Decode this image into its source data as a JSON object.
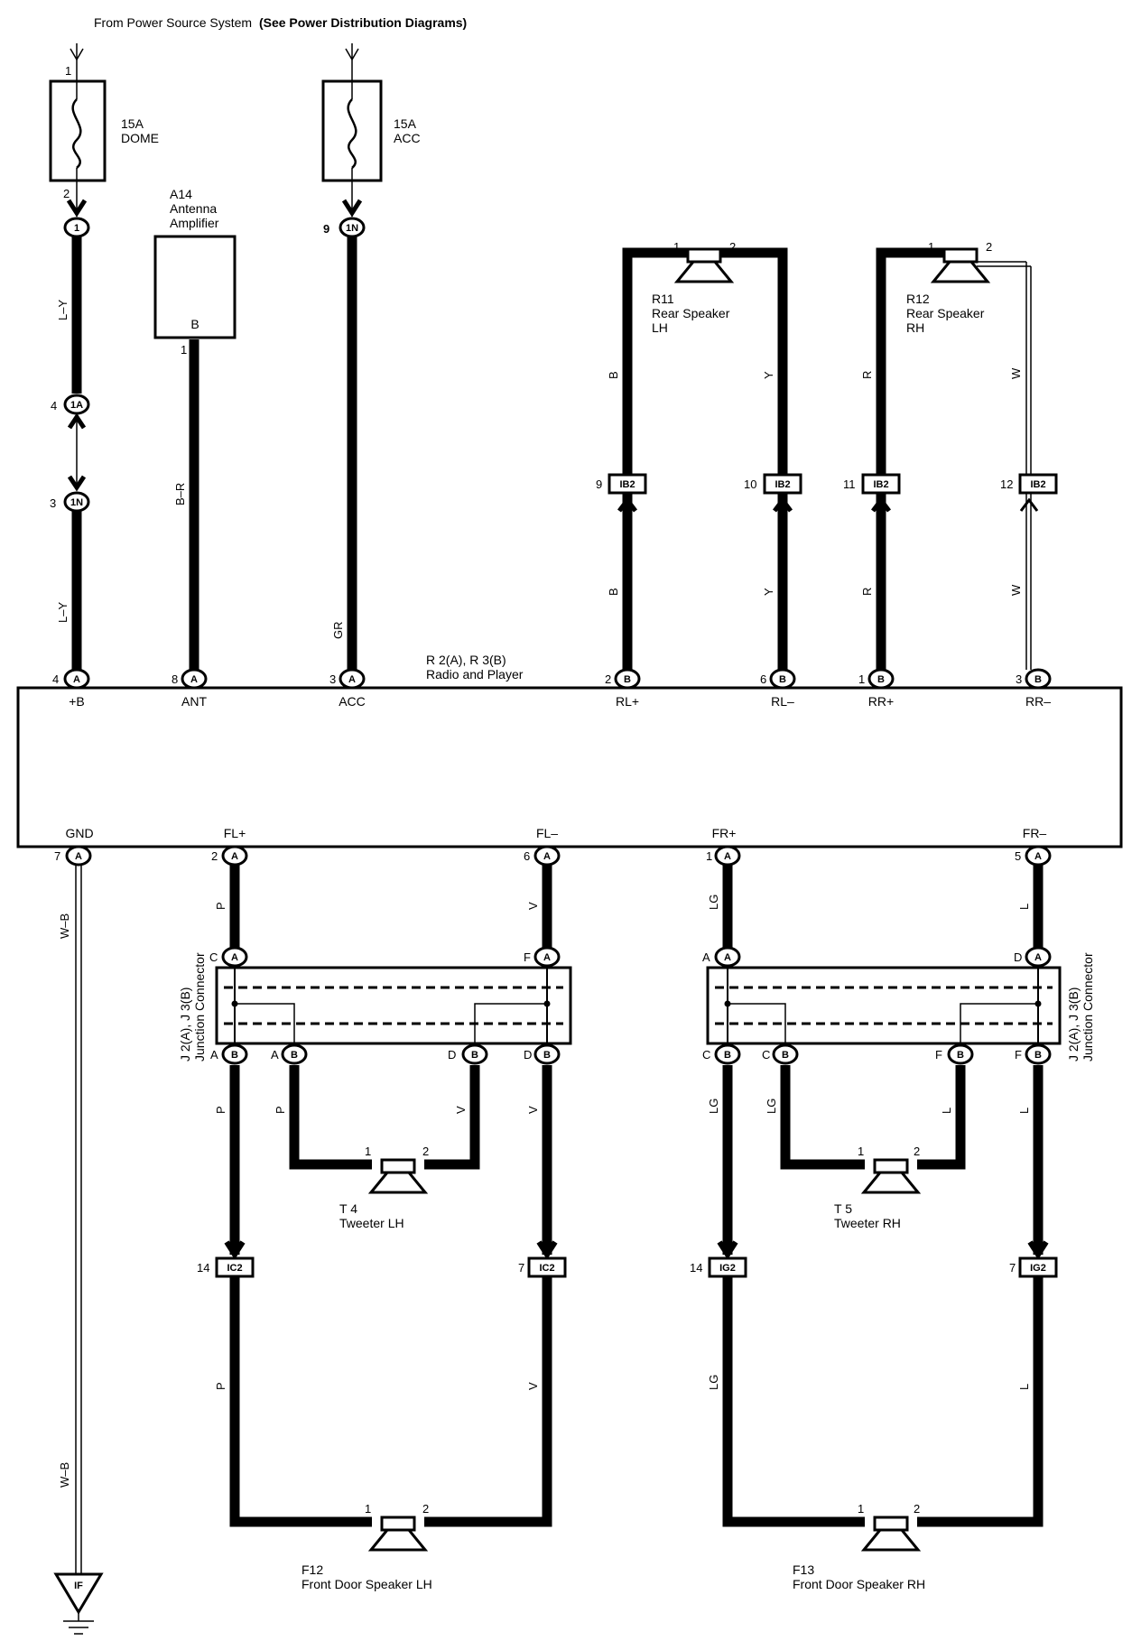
{
  "header": {
    "prefix": "From Power Source System",
    "bold": "(See Power Distribution Diagrams)"
  },
  "fuses": {
    "dome": {
      "rating": "15A",
      "name": "DOME",
      "pin_top": "1",
      "pin_bottom": "2"
    },
    "acc": {
      "rating": "15A",
      "name": "ACC"
    }
  },
  "antenna": {
    "code": "A14",
    "line1": "Antenna",
    "line2": "Amplifier",
    "terminal": "B",
    "pin": "1"
  },
  "radio": {
    "code": "R 2(A), R 3(B)",
    "name": "Radio and Player",
    "terminals": {
      "b_plus": "+B",
      "ant": "ANT",
      "acc": "ACC",
      "rl_plus": "RL+",
      "rl_minus": "RL–",
      "rr_plus": "RR+",
      "rr_minus": "RR–",
      "gnd": "GND",
      "fl_plus": "FL+",
      "fl_minus": "FL–",
      "fr_plus": "FR+",
      "fr_minus": "FR–"
    },
    "pins": {
      "b_plus": "4",
      "ant": "8",
      "acc": "3",
      "rl_plus": "2",
      "rl_minus": "6",
      "rr_plus": "1",
      "rr_minus": "3",
      "gnd": "7",
      "fl_plus": "2",
      "fl_minus": "6",
      "fr_plus": "1",
      "fr_minus": "5"
    }
  },
  "connectors": {
    "c1": "1",
    "c1a": "1A",
    "c1n": "1N",
    "ib2": "IB2",
    "ic2": "IC2",
    "ig2": "IG2",
    "a": "A",
    "b": "B",
    "if": "IF"
  },
  "pin_numbers": {
    "p1a": "4",
    "p1n": "3",
    "p1n_acc": "9",
    "ib2_rl_plus": "9",
    "ib2_rl_minus": "10",
    "ib2_rr_plus": "11",
    "ib2_rr_minus": "12",
    "ic2_left": "14",
    "ic2_right": "7",
    "ig2_left": "14",
    "ig2_right": "7"
  },
  "wire_colors": {
    "ly": "L–Y",
    "br": "B–R",
    "gr": "GR",
    "b": "B",
    "y": "Y",
    "r": "R",
    "w": "W",
    "wb": "W–B",
    "p": "P",
    "v": "V",
    "lg": "LG",
    "l": "L"
  },
  "speakers": {
    "r11": {
      "code": "R11",
      "line1": "Rear Speaker",
      "line2": "LH"
    },
    "r12": {
      "code": "R12",
      "line1": "Rear Speaker",
      "line2": "RH"
    },
    "t4": {
      "code": "T 4",
      "name": "Tweeter LH"
    },
    "t5": {
      "code": "T 5",
      "name": "Tweeter RH"
    },
    "f12": {
      "code": "F12",
      "name": "Front Door Speaker LH"
    },
    "f13": {
      "code": "F13",
      "name": "Front Door Speaker RH"
    },
    "pin1": "1",
    "pin2": "2"
  },
  "junction": {
    "code": "J 2(A), J 3(B)",
    "name": "Junction Connector",
    "letters": {
      "a": "A",
      "b": "B",
      "c": "C",
      "d": "D",
      "f": "F"
    }
  }
}
